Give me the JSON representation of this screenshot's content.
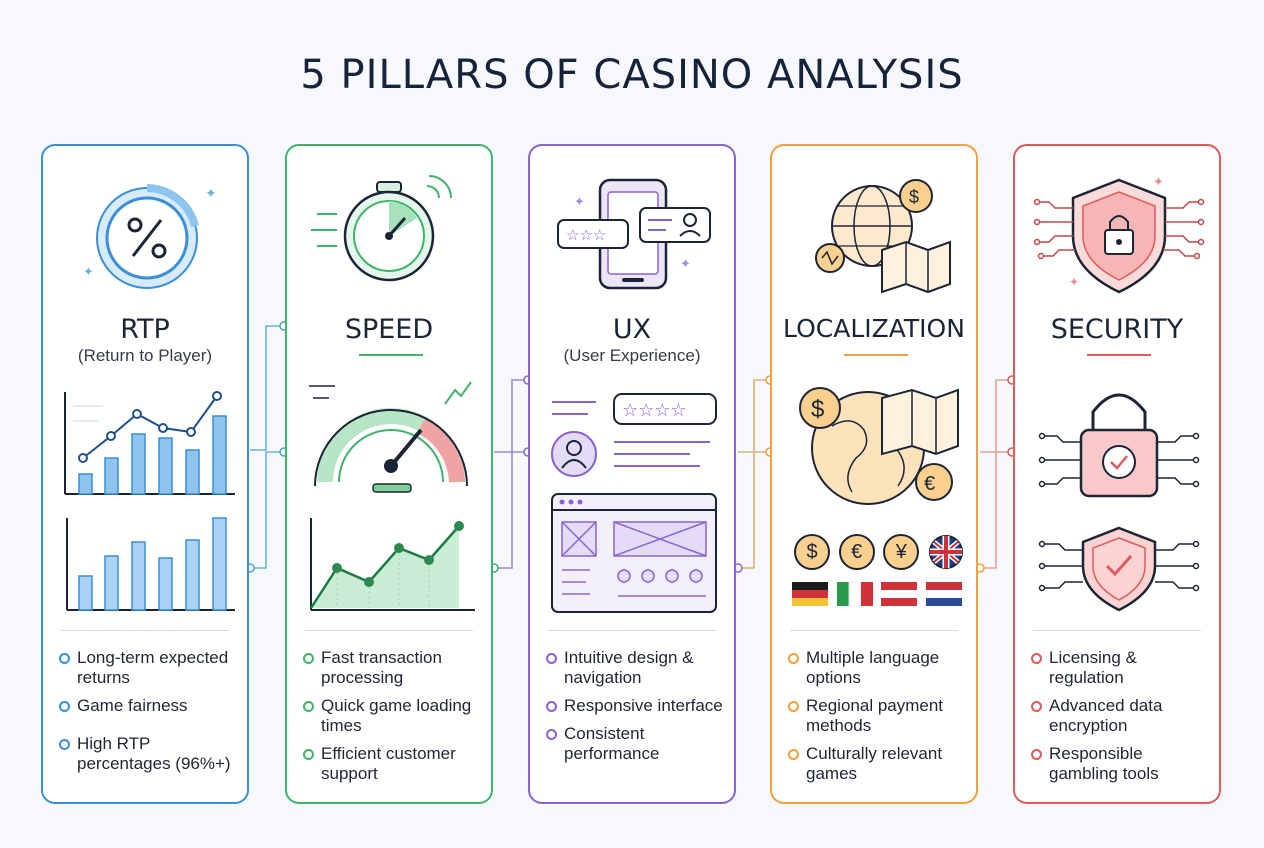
{
  "title": "5 PILLARS OF CASINO ANALYSIS",
  "colors": {
    "rtp": "#3a8fd6",
    "speed": "#3fb36b",
    "ux": "#8a63d2",
    "localization": "#f0a03c",
    "security": "#e05a5a"
  },
  "pillars": [
    {
      "title": "RTP",
      "subtitle": "(Return to Player)",
      "icons": [
        "percent-icon",
        "line-chart-icon",
        "bar-chart-icon"
      ],
      "bullets": [
        "Long-term expected returns",
        "Game fairness",
        "High RTP percentages (96%+)"
      ]
    },
    {
      "title": "SPEED",
      "subtitle": "",
      "icons": [
        "stopwatch-icon",
        "speedometer-icon",
        "line-chart-icon"
      ],
      "bullets": [
        "Fast transaction processing",
        "Quick game loading times",
        "Efficient customer support"
      ]
    },
    {
      "title": "UX",
      "subtitle": "(User Experience)",
      "icons": [
        "smartphone-icon",
        "star-rating-icon",
        "user-avatar-icon",
        "wireframe-icon"
      ],
      "bullets": [
        "Intuitive design & navigation",
        "Responsive interface",
        "Consistent performance"
      ]
    },
    {
      "title": "LOCALIZATION",
      "subtitle": "",
      "icons": [
        "globe-icon",
        "map-icon",
        "currency-icons",
        "flag-icons"
      ],
      "currencies": [
        "$",
        "€",
        "¥"
      ],
      "bullets": [
        "Multiple language options",
        "Regional payment methods",
        "Culturally relevant games"
      ]
    },
    {
      "title": "SECURITY",
      "subtitle": "",
      "icons": [
        "shield-lock-icon",
        "padlock-icon",
        "shield-check-icon"
      ],
      "bullets": [
        "Licensing & regulation",
        "Advanced data encryption",
        "Responsible gambling tools"
      ]
    }
  ]
}
